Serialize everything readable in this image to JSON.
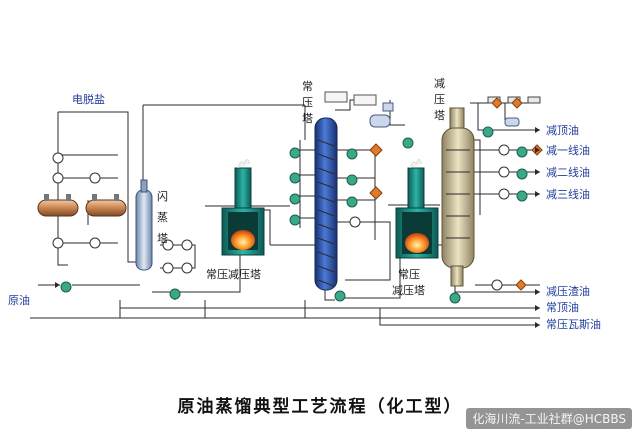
{
  "title": "原油蒸馏典型工艺流程（化工型）",
  "watermark": "化海川流-工业社群@HCBBS",
  "labels": {
    "desalting": "电脱盐",
    "crude_oil": "原油",
    "flash_tower": "闪\n蒸\n塔",
    "atm_furnace": "常压减压塔",
    "atm_tower": "常\n压\n塔",
    "vac_furnace": "常压\n减压塔",
    "vac_tower": "减\n压\n塔"
  },
  "products_vac_top": [
    "减顶油",
    "减一线油",
    "减二线油",
    "减三线油"
  ],
  "products_bottom": [
    "减压渣油",
    "常顶油",
    "常压瓦斯油"
  ],
  "colors": {
    "tower_body": "#2c58b8",
    "furnace": "#1f9a8f",
    "vacuum_tower": "#cfc39c",
    "pump": "#3aa98a",
    "label_blue": "#1f3c9b"
  }
}
